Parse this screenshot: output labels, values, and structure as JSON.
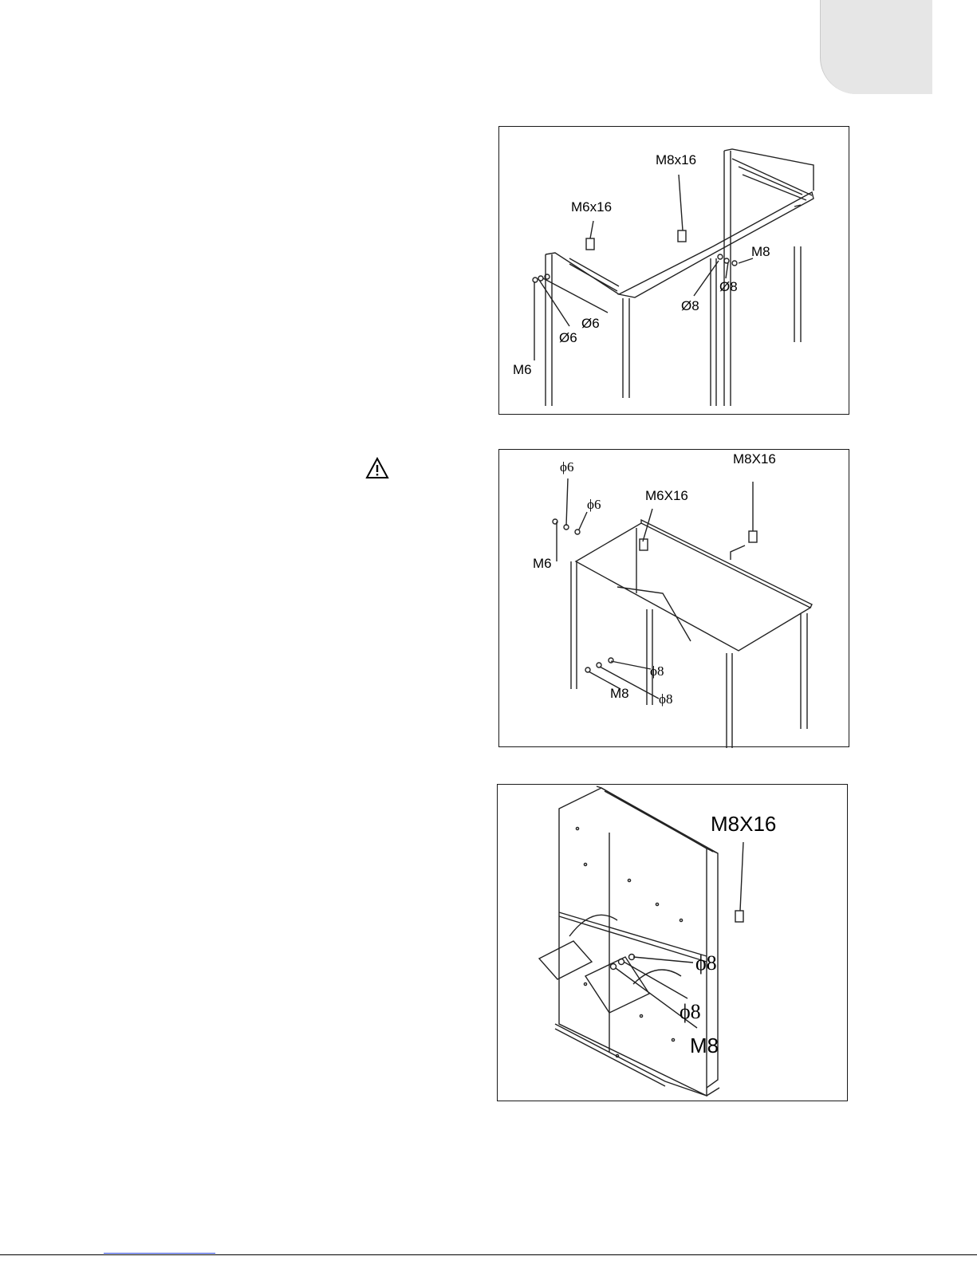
{
  "page": {
    "warning_icon": "warning-triangle-icon",
    "tab_color": "#e6e6e6"
  },
  "figure1": {
    "labels": {
      "bolt_top": "M8x16",
      "bolt_left": "M6x16",
      "nut_right": "M8",
      "washer_right_a": "Ø8",
      "washer_right_b": "Ø8",
      "washer_left_a": "Ø6",
      "washer_left_b": "Ø6",
      "nut_left": "M6"
    }
  },
  "figure2": {
    "labels": {
      "bolt_right": "M8X16",
      "washer_left_a": "ϕ6",
      "washer_left_b": "ϕ6",
      "bolt_mid": "M6X16",
      "nut_left": "M6",
      "washer_mid_a": "ϕ8",
      "nut_mid": "M8",
      "washer_mid_b": "ϕ8"
    }
  },
  "figure3": {
    "labels": {
      "bolt": "M8X16",
      "washer_a": "ϕ8",
      "washer_b": "ϕ8",
      "nut": "M8"
    }
  }
}
